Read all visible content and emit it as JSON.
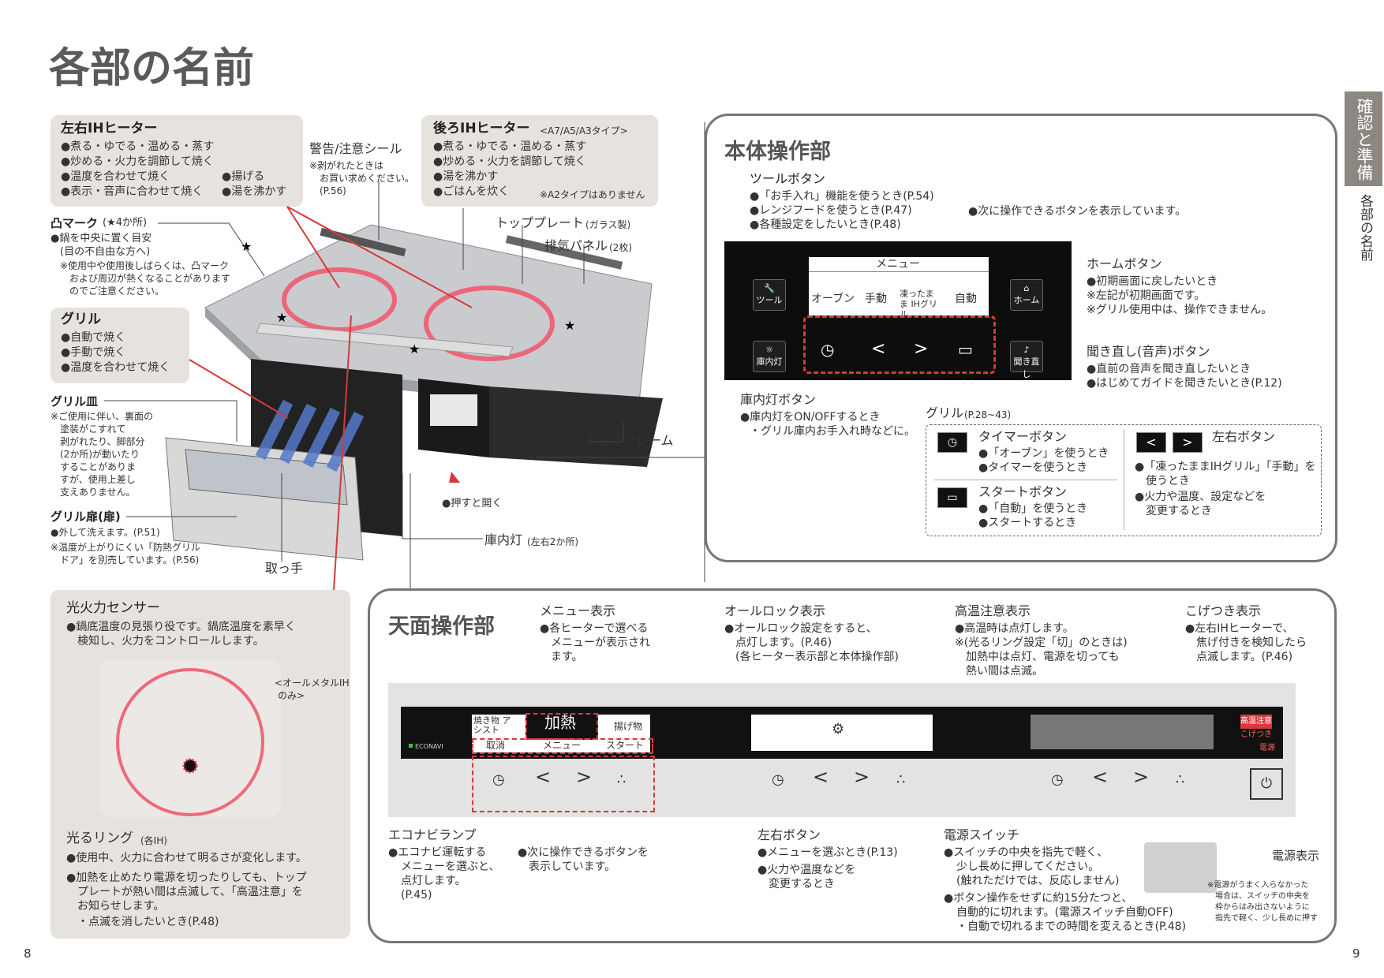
{
  "page": {
    "title": "各部の名前",
    "side_tab_top": "確認と準備",
    "side_tab_sub": "各部の名前",
    "page_left": "8",
    "page_right": "9"
  },
  "left_ih": {
    "title": "左右IHヒーター",
    "items": [
      "●煮る・ゆでる・温める・蒸す",
      "●炒める・火力を調節して焼く",
      "●温度を合わせて焼く",
      "●揚げる",
      "●表示・音声に合わせて焼く",
      "●湯を沸かす"
    ]
  },
  "rear_ih": {
    "title": "後ろIHヒーター",
    "suffix": "<A7/A5/A3タイプ>",
    "items": [
      "●煮る・ゆでる・温める・蒸す",
      "●炒める・火力を調節して焼く",
      "●湯を沸かす",
      "●ごはんを炊く"
    ],
    "note": "※A2タイプはありません"
  },
  "warning_seal": {
    "title": "警告/注意シール",
    "note": [
      "※剥がれたときは",
      "お買い求めください。",
      "(P.56)"
    ]
  },
  "bump": {
    "title": "凸マーク",
    "suffix": "(★4か所)",
    "lines": [
      "●鍋を中央に置く目安",
      "(目の不自由な方へ)",
      "※使用中や使用後しばらくは、凸マーク",
      "および周辺が熱くなることがあります",
      "のでご注意ください。"
    ]
  },
  "grill": {
    "title": "グリル",
    "items": [
      "●自動で焼く",
      "●手動で焼く",
      "●温度を合わせて焼く"
    ]
  },
  "grill_plate": {
    "title": "グリル皿",
    "lines": [
      "※ご使用に伴い、裏面の",
      "塗装がこすれて",
      "剥がれたり、脚部分",
      "(2か所)が動いたり",
      "することがありま",
      "すが、使用上差し",
      "支えありません。"
    ]
  },
  "grill_door": {
    "title": "グリル扉(扉)",
    "lines": [
      "●外して洗えます。(P.51)",
      "※温度が上がりにくい「防熱グリル",
      "ドア」を別売しています。(P.56)"
    ]
  },
  "handle": "取っ手",
  "top_plate": {
    "title": "トッププレート",
    "suffix": "(ガラス製)"
  },
  "exhaust": {
    "title": "排気パネル",
    "suffix": "(2枚)"
  },
  "top_frame": "トップフレーム",
  "push_open": "●押すと開く",
  "interior_light_label": {
    "title": "庫内灯",
    "suffix": "(左右2か所)"
  },
  "body_ops": {
    "title": "本体操作部",
    "tool_button": {
      "title": "ツールボタン",
      "items": [
        "●「お手入れ」機能を使うとき(P.54)",
        "●レンジフードを使うとき(P.47)",
        "●各種設定をしたいとき(P.48)"
      ]
    },
    "next_note": "●次に操作できるボタンを表示しています。",
    "panel": {
      "tool": "ツール",
      "light": "庫内灯",
      "home": "ホーム",
      "listen": "聞き直し",
      "menu_header": "メニュー",
      "menu_items": [
        "オーブン",
        "手動",
        "凍ったまま IHグリル",
        "自動"
      ],
      "keys": [
        "◷",
        "<",
        ">",
        "▭"
      ]
    },
    "home_button": {
      "title": "ホームボタン",
      "lines": [
        "●初期画面に戻したいとき",
        "※左記が初期画面です。",
        "※グリル使用中は、操作できません。"
      ]
    },
    "listen_button": {
      "title": "聞き直し(音声)ボタン",
      "lines": [
        "●直前の音声を聞き直したいとき",
        "●はじめてガイドを聞きたいとき(P.12)"
      ]
    },
    "light_button": {
      "title": "庫内灯ボタン",
      "lines": [
        "●庫内灯をON/OFFするとき",
        "・グリル庫内お手入れ時などに。"
      ]
    },
    "grill_ref": {
      "title": "グリル",
      "suffix": "(P.28~43)"
    },
    "timer_button": {
      "title": "タイマーボタン",
      "lines": [
        "●「オーブン」を使うとき",
        "●タイマーを使うとき"
      ]
    },
    "start_button": {
      "title": "スタートボタン",
      "lines": [
        "●「自動」を使うとき",
        "●スタートするとき"
      ]
    },
    "lr_button": {
      "title": "左右ボタン",
      "lines": [
        "●「凍ったままIHグリル」「手動」を",
        "使うとき",
        "●火力や温度、設定などを",
        "変更するとき"
      ]
    }
  },
  "sensor": {
    "title": "光火力センサー",
    "lines": [
      "●鍋底温度の見張り役です。鍋底温度を素早く",
      "検知し、火力をコントロールします。"
    ],
    "allmetal": [
      "<オールメタルIH",
      "のみ>"
    ]
  },
  "ring": {
    "title": "光るリング",
    "suffix": "(各IH)",
    "lines": [
      "●使用中、火力に合わせて明るさが変化します。",
      "●加熱を止めたり電源を切ったりしても、トップ",
      "プレートが熱い間は点滅して、「高温注意」を",
      "お知らせします。",
      "・点滅を消したいとき(P.48)"
    ]
  },
  "top_ops": {
    "title": "天面操作部",
    "menu_display": {
      "title": "メニュー表示",
      "lines": [
        "●各ヒーターで選べる",
        "メニューが表示され",
        "ます。"
      ]
    },
    "alllock": {
      "title": "オールロック表示",
      "lines": [
        "●オールロック設定をすると、",
        "点灯します。(P.46)",
        "(各ヒーター表示部と本体操作部)"
      ]
    },
    "hot": {
      "title": "高温注意表示",
      "lines": [
        "●高温時は点灯します。",
        "※(光るリング設定「切」のときは)",
        "加熱中は点灯、電源を切っても",
        "熱い間は点滅。"
      ]
    },
    "scorch": {
      "title": "こげつき表示",
      "lines": [
        "●左右IHヒーターで、",
        "焦げ付きを検知したら",
        "点滅します。(P.46)"
      ]
    },
    "strip": {
      "grill_assist": "焼き物 アシスト",
      "heat": "加熱",
      "fry": "揚げ物",
      "cancel": "取消",
      "menu": "メニュー",
      "start": "スタート",
      "econavi": "ECONAVI",
      "hot_ind": "高温注意",
      "scorch_ind": "こげつき",
      "power_ind": "電源"
    },
    "econavi": {
      "title": "エコナビランプ",
      "lines": [
        "●エコナビ運転する",
        "メニューを選ぶと、",
        "点灯します。",
        "(P.45)"
      ]
    },
    "next_note": [
      "●次に操作できるボタンを",
      "表示しています。"
    ],
    "lr": {
      "title": "左右ボタン",
      "lines": [
        "●メニューを選ぶとき(P.13)",
        "●火力や温度などを",
        "変更するとき"
      ]
    },
    "power": {
      "title": "電源スイッチ",
      "lines": [
        "●スイッチの中央を指先で軽く、",
        "少し長めに押してください。",
        "(触れただけでは、反応しません)",
        "●ボタン操作をせずに約15分たつと、",
        "自動的に切れます。(電源スイッチ自動OFF)",
        "・自動で切れるまでの時間を変えるとき(P.48)"
      ]
    },
    "power_disp": "電源表示",
    "power_note": [
      "※電源がうまく入らなかった",
      "場合は、スイッチの中央を",
      "枠からはみ出さないように",
      "指先で軽く、少し長めに押す"
    ]
  }
}
